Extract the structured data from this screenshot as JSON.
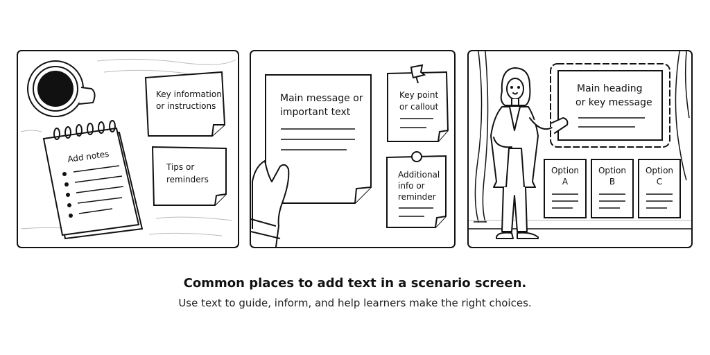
{
  "panels": {
    "desk": {
      "notebook_label": "Add notes",
      "note1": [
        "Key information",
        "or instructions"
      ],
      "note2": [
        "Tips or",
        "reminders"
      ]
    },
    "board": {
      "paper": [
        "Main message or",
        "important text"
      ],
      "note1": [
        "Key point",
        "or callout"
      ],
      "note2": [
        "Additional",
        "info or",
        "reminder"
      ]
    },
    "stage": {
      "frame": [
        "Main heading",
        "or key message"
      ],
      "options": [
        {
          "line1": "Option",
          "line2": "A"
        },
        {
          "line1": "Option",
          "line2": "B"
        },
        {
          "line1": "Option",
          "line2": "C"
        }
      ]
    }
  },
  "caption": {
    "title": "Common places to add text in a scenario screen.",
    "subtitle": "Use text to guide, inform, and help learners make the right choices."
  }
}
